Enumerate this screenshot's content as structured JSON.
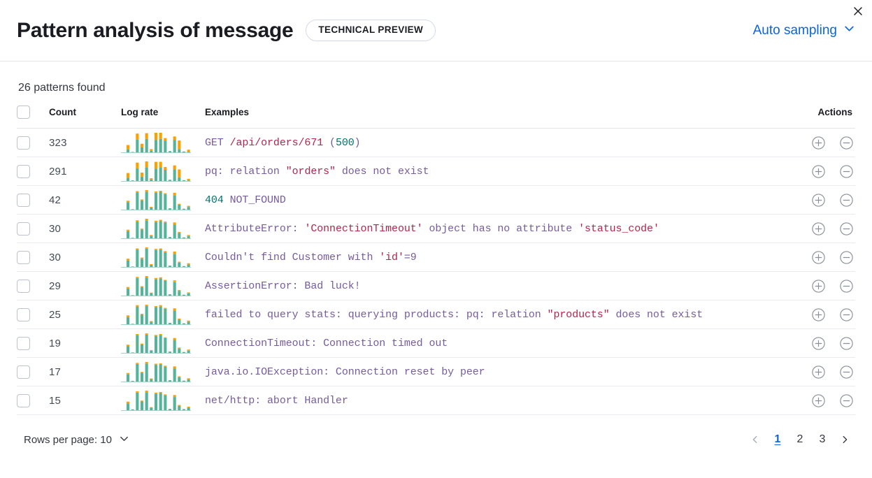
{
  "header": {
    "title": "Pattern analysis of message",
    "badge": "TECHNICAL PREVIEW",
    "sampling_label": "Auto sampling",
    "chevron_icon": "chevron-down-icon",
    "close_icon": "close-icon"
  },
  "summary": {
    "patterns_found": "26 patterns found"
  },
  "table": {
    "headers": {
      "count": "Count",
      "log_rate": "Log rate",
      "examples": "Examples",
      "actions": "Actions"
    },
    "rows": [
      {
        "count": "323",
        "example_plain": "GET /api/orders/671 (500)",
        "tokens": [
          {
            "t": "GET ",
            "k": "plain"
          },
          {
            "t": "/api/orders/671",
            "k": "str"
          },
          {
            "t": " (",
            "k": "plain"
          },
          {
            "t": "500",
            "k": "num"
          },
          {
            "t": ")",
            "k": "plain"
          }
        ],
        "sparkline": {
          "teal": [
            0,
            14,
            2,
            62,
            24,
            66,
            8,
            60,
            66,
            58,
            6,
            60,
            16,
            4,
            3
          ],
          "orange": [
            0,
            22,
            0,
            30,
            18,
            28,
            8,
            36,
            30,
            12,
            0,
            18,
            42,
            0,
            10
          ]
        }
      },
      {
        "count": "291",
        "example_plain": "pq: relation \"orders\" does not exist",
        "tokens": [
          {
            "t": "pq: relation ",
            "k": "plain"
          },
          {
            "t": "\"orders\"",
            "k": "str"
          },
          {
            "t": " does not exist",
            "k": "plain"
          }
        ],
        "sparkline": {
          "teal": [
            0,
            16,
            3,
            64,
            22,
            68,
            8,
            62,
            68,
            56,
            6,
            58,
            18,
            4,
            3
          ],
          "orange": [
            0,
            24,
            0,
            28,
            20,
            30,
            6,
            34,
            28,
            14,
            0,
            20,
            40,
            0,
            8
          ]
        }
      },
      {
        "count": "42",
        "example_plain": "404 NOT_FOUND",
        "tokens": [
          {
            "t": "404",
            "k": "num"
          },
          {
            "t": " NOT_FOUND",
            "k": "plain"
          }
        ],
        "sparkline": {
          "teal": [
            0,
            34,
            2,
            78,
            42,
            80,
            10,
            76,
            80,
            70,
            6,
            64,
            22,
            4,
            12
          ],
          "orange": [
            0,
            6,
            0,
            5,
            4,
            8,
            3,
            6,
            5,
            4,
            0,
            12,
            4,
            0,
            5
          ]
        }
      },
      {
        "count": "30",
        "example_plain": "AttributeError: 'ConnectionTimeout' object has no attribute 'status_code'",
        "tokens": [
          {
            "t": "AttributeError: ",
            "k": "plain"
          },
          {
            "t": "'ConnectionTimeout'",
            "k": "str"
          },
          {
            "t": " object has no attribute ",
            "k": "plain"
          },
          {
            "t": "'status_code'",
            "k": "str"
          }
        ],
        "sparkline": {
          "teal": [
            0,
            32,
            2,
            76,
            40,
            82,
            12,
            74,
            78,
            72,
            6,
            62,
            24,
            4,
            10
          ],
          "orange": [
            0,
            7,
            0,
            6,
            4,
            7,
            3,
            6,
            6,
            4,
            0,
            10,
            5,
            0,
            5
          ]
        }
      },
      {
        "count": "30",
        "example_plain": "Couldn't find Customer with 'id'=9",
        "tokens": [
          {
            "t": "Couldn't find Customer with ",
            "k": "plain"
          },
          {
            "t": "'id'",
            "k": "str"
          },
          {
            "t": "=9",
            "k": "plain"
          }
        ],
        "sparkline": {
          "teal": [
            0,
            30,
            2,
            80,
            38,
            84,
            10,
            78,
            80,
            68,
            6,
            60,
            20,
            4,
            11
          ],
          "orange": [
            0,
            8,
            0,
            5,
            5,
            6,
            3,
            5,
            5,
            5,
            0,
            11,
            4,
            0,
            6
          ]
        }
      },
      {
        "count": "29",
        "example_plain": "AssertionError: Bad luck!",
        "tokens": [
          {
            "t": "AssertionError: Bad luck!",
            "k": "plain"
          }
        ],
        "sparkline": {
          "teal": [
            0,
            33,
            2,
            82,
            40,
            84,
            12,
            76,
            80,
            70,
            6,
            62,
            22,
            4,
            10
          ],
          "orange": [
            0,
            7,
            0,
            5,
            4,
            7,
            2,
            6,
            5,
            3,
            0,
            9,
            4,
            0,
            5
          ]
        }
      },
      {
        "count": "25",
        "example_plain": "failed to query stats: querying products: pq: relation \"products\" does not exist",
        "tokens": [
          {
            "t": "failed to query stats: querying products: pq: relation ",
            "k": "plain"
          },
          {
            "t": "\"products\"",
            "k": "str"
          },
          {
            "t": " does not exist",
            "k": "plain"
          }
        ],
        "sparkline": {
          "teal": [
            0,
            31,
            2,
            78,
            42,
            80,
            11,
            75,
            78,
            68,
            6,
            60,
            21,
            4,
            11
          ],
          "orange": [
            0,
            8,
            0,
            6,
            4,
            6,
            3,
            5,
            6,
            4,
            0,
            10,
            4,
            0,
            5
          ]
        }
      },
      {
        "count": "19",
        "example_plain": "ConnectionTimeout: Connection timed out",
        "tokens": [
          {
            "t": "ConnectionTimeout: Connection timed out",
            "k": "plain"
          }
        ],
        "sparkline": {
          "teal": [
            0,
            30,
            2,
            80,
            38,
            82,
            10,
            76,
            80,
            66,
            6,
            58,
            20,
            4,
            10
          ],
          "orange": [
            0,
            7,
            0,
            5,
            4,
            6,
            3,
            5,
            5,
            4,
            0,
            9,
            4,
            0,
            5
          ]
        }
      },
      {
        "count": "17",
        "example_plain": "java.io.IOException: Connection reset by peer",
        "tokens": [
          {
            "t": "java.io.IOException: Connection reset by peer",
            "k": "plain"
          }
        ],
        "sparkline": {
          "teal": [
            0,
            32,
            3,
            80,
            40,
            82,
            11,
            76,
            78,
            68,
            6,
            60,
            20,
            4,
            10
          ],
          "orange": [
            0,
            7,
            0,
            5,
            4,
            7,
            3,
            5,
            5,
            4,
            0,
            9,
            4,
            0,
            5
          ]
        }
      },
      {
        "count": "15",
        "example_plain": "net/http: abort Handler",
        "tokens": [
          {
            "t": "net/http: abort Handler",
            "k": "plain"
          }
        ],
        "sparkline": {
          "teal": [
            0,
            31,
            4,
            80,
            40,
            82,
            11,
            75,
            78,
            68,
            6,
            60,
            20,
            5,
            11
          ],
          "orange": [
            0,
            8,
            0,
            6,
            4,
            7,
            3,
            5,
            5,
            4,
            0,
            9,
            4,
            0,
            5
          ]
        }
      }
    ],
    "row_actions": {
      "filter_for_icon": "circle-plus-icon",
      "filter_out_icon": "circle-minus-icon"
    }
  },
  "footer": {
    "rows_per_page_label": "Rows per page: 10",
    "rows_per_page_icon": "chevron-down-icon",
    "prev_icon": "chevron-left-icon",
    "next_icon": "chevron-right-icon",
    "pages": [
      "1",
      "2",
      "3"
    ],
    "active_page": "1"
  },
  "colors": {
    "accent_blue": "#0b64dd",
    "spark_teal": "#54b399",
    "spark_orange": "#fca000",
    "token_string": "#b3254b",
    "token_number": "#00726b",
    "token_plain": "#765ba0"
  }
}
